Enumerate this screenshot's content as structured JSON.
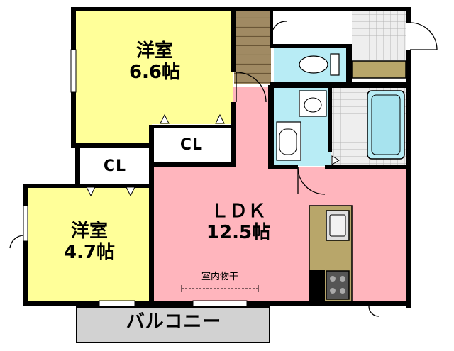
{
  "rooms": {
    "western_1": {
      "name": "洋室",
      "size": "6.6帖"
    },
    "western_2": {
      "name": "洋室",
      "size": "4.7帖"
    },
    "closet_1": {
      "name": "CL"
    },
    "closet_2": {
      "name": "CL"
    },
    "ldk": {
      "name": "ＬＤＫ",
      "size": "12.5帖"
    }
  },
  "labels": {
    "indoor_drying": "室内物干",
    "balcony": "バルコニー"
  },
  "colors": {
    "western_room": "#ffff99",
    "ldk": "#ffb5bd",
    "wet_area": "#b8ecf5",
    "entrance_floor": "#a08a63",
    "entrance_tile": "#e6e6e6",
    "kitchen_counter": "#b8a66a",
    "balcony": "#d2d2d2",
    "wall": "#000000"
  }
}
